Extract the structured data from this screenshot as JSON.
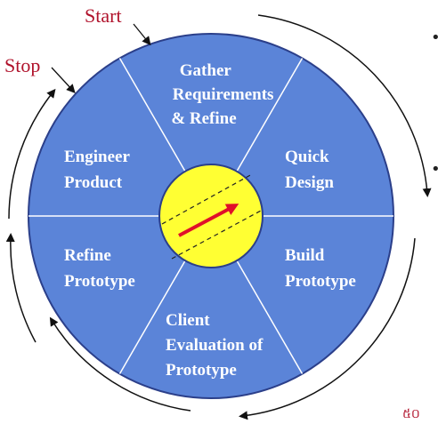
{
  "diagram": {
    "segments": [
      {
        "id": "gather",
        "lines": [
          "Gather",
          "Requirements",
          "& Refine"
        ]
      },
      {
        "id": "quick-design",
        "lines": [
          "Quick",
          "Design"
        ]
      },
      {
        "id": "build",
        "lines": [
          "Build",
          "Prototype"
        ]
      },
      {
        "id": "client-eval",
        "lines": [
          "Client",
          "Evaluation of",
          "Prototype"
        ]
      },
      {
        "id": "refine",
        "lines": [
          "Refine",
          "Prototype"
        ]
      },
      {
        "id": "engineer",
        "lines": [
          "Engineer",
          "Product"
        ]
      }
    ],
    "annotations": {
      "start": "Start",
      "stop": "Stop"
    },
    "page_number": "៥០",
    "bullets": [
      "•",
      "•"
    ],
    "colors": {
      "wheel_fill": "#5b84d8",
      "wheel_stroke": "#2b3f8a",
      "hub_fill": "#ffff33",
      "hub_arrow": "#e0102a",
      "annotation_text": "#b0122b"
    }
  }
}
